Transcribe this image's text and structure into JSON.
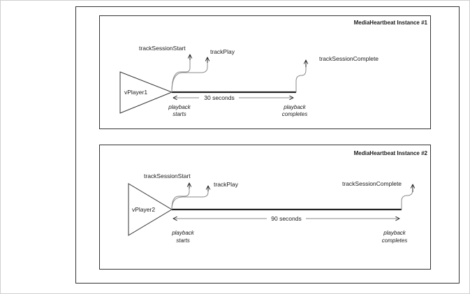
{
  "instances": [
    {
      "title": "MediaHeartbeat Instance #1",
      "player": "vPlayer1",
      "events": {
        "session_start": "trackSessionStart",
        "play": "trackPlay",
        "complete": "trackSessionComplete"
      },
      "duration": "30 seconds",
      "start_label": {
        "line1": "playback",
        "line2": "starts"
      },
      "end_label": {
        "line1": "playback",
        "line2": "completes"
      }
    },
    {
      "title": "MediaHeartbeat Instance #2",
      "player": "vPlayer2",
      "events": {
        "session_start": "trackSessionStart",
        "play": "trackPlay",
        "complete": "trackSessionComplete"
      },
      "duration": "90 seconds",
      "start_label": {
        "line1": "playback",
        "line2": "starts"
      },
      "end_label": {
        "line1": "playback",
        "line2": "completes"
      }
    }
  ]
}
